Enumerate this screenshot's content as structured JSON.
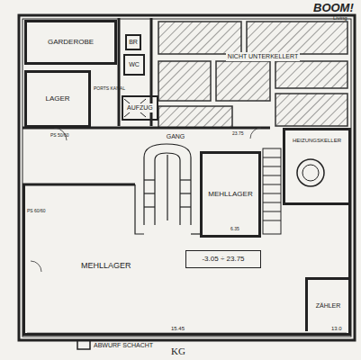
{
  "diagram": {
    "nodes": [
      {
        "text": [
          "GARDEROBE"
        ]
      },
      {
        "text": [
          "BR"
        ]
      },
      {
        "text": [
          "NICHT UNTERKELLERT"
        ]
      },
      {
        "text": [
          "WC"
        ]
      },
      {
        "text": [
          "LAGER"
        ]
      },
      {
        "text": [
          "AUFZUG"
        ]
      },
      {
        "text": [
          "GANG"
        ]
      },
      {
        "text": [
          "MEHLLAGER"
        ]
      },
      {
        "text": [
          "HEIZUNGSKELLER"
        ]
      },
      {
        "text": [
          "MEHLLAGER"
        ]
      },
      {
        "text": [
          "-3.05 ÷ 23.75"
        ],
        "in": 9
      },
      {
        "text": [
          "ZÄHLER"
        ],
        "in": 9
      }
    ],
    "labels": [
      "BOOM!",
      "Living",
      "PORTS KANAL",
      "PS 50/60",
      "23.75",
      "6.35",
      "PS 60/60",
      "15.45",
      "13.0",
      "ABWURF SCHACHT",
      "KG"
    ]
  }
}
